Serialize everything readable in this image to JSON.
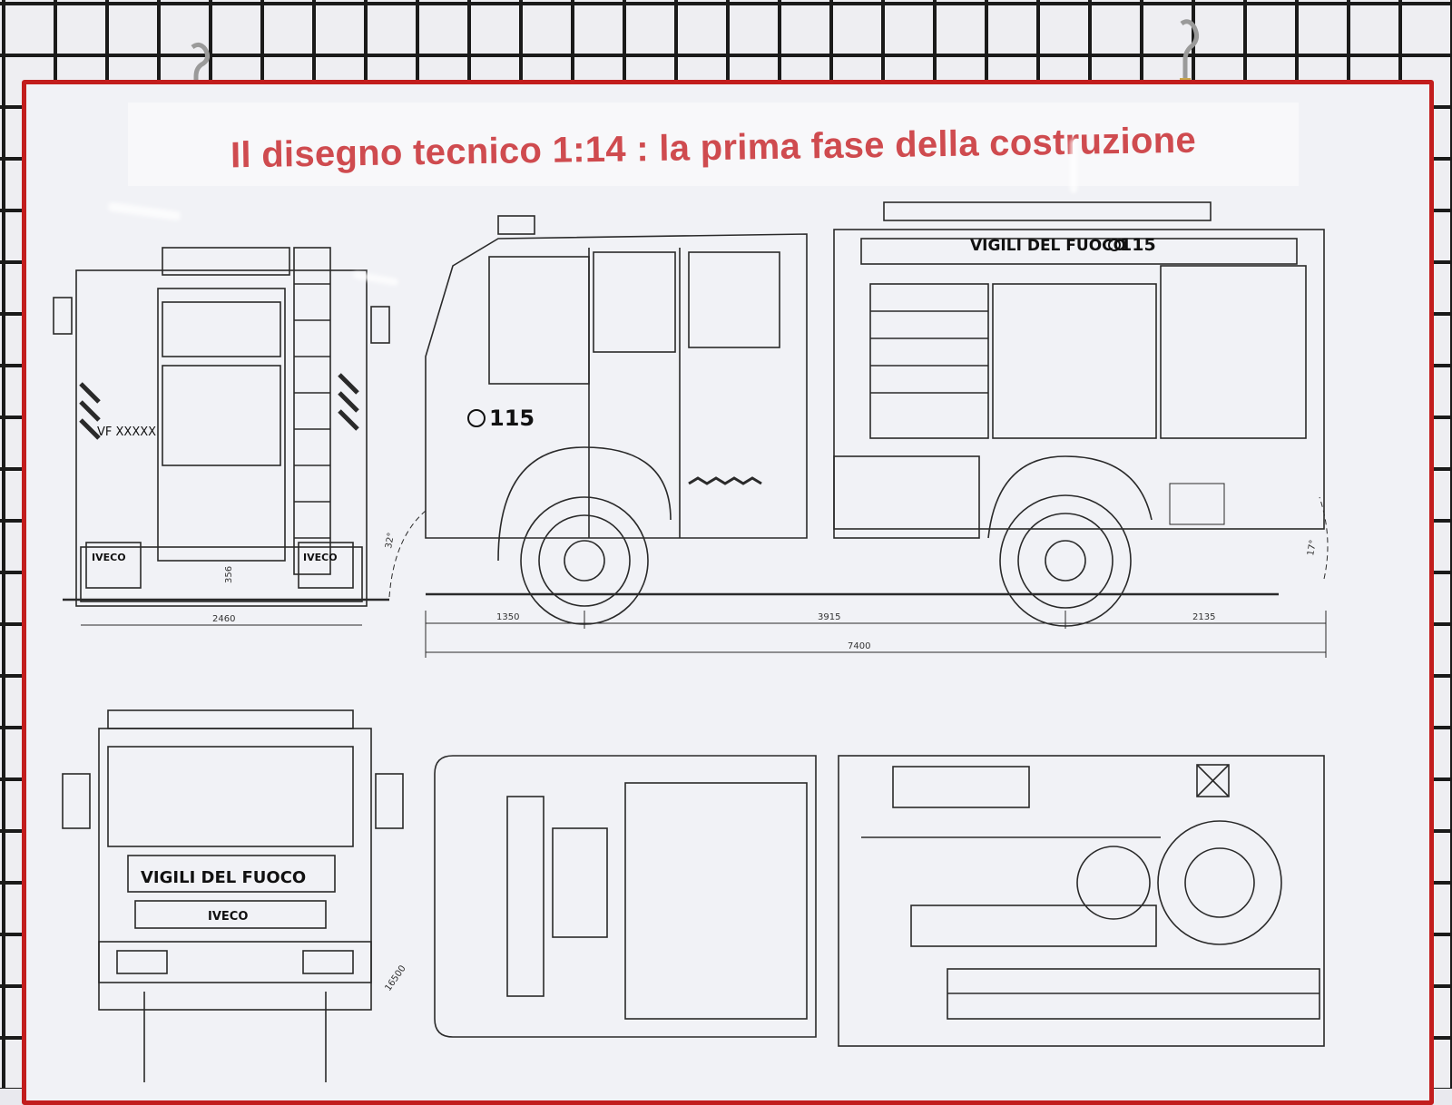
{
  "poster": {
    "title": "Il disegno tecnico 1:14 :  la prima fase della  costruzione"
  },
  "side_view": {
    "tank_label": "VIGILI DEL FUOCO",
    "tank_number": "115",
    "cab_number": "115"
  },
  "rear_view": {
    "plate": "VF  XXXXX",
    "mudflap_left": "IVECO",
    "mudflap_right": "IVECO",
    "height_dim": "356"
  },
  "front_view": {
    "cab_label": "VIGILI DEL FUOCO",
    "grille_brand": "IVECO",
    "mirror_dim": "16500"
  },
  "dimensions": {
    "width": "2460",
    "front_overhang": "1350",
    "wheelbase": "3915",
    "rear_overhang": "2135",
    "total_length": "7400",
    "approach_angle": "32°",
    "departure_angle": "17°"
  },
  "colors": {
    "frame": "#c21d1d",
    "title": "#cf4b4f",
    "poster_bg": "#f1f2f6",
    "grid": "#1a1a1a"
  }
}
